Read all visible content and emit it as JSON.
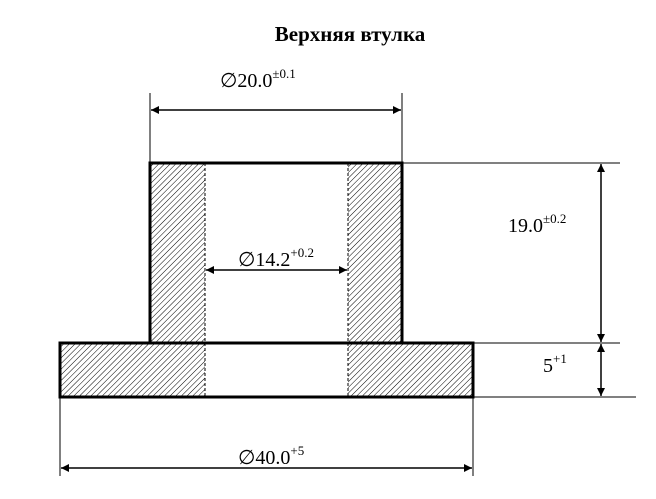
{
  "title": "Верхняя втулка",
  "dimensions": {
    "outer_top_diameter": {
      "prefix": "∅",
      "value": "20.0",
      "tolerance": "±0.1"
    },
    "inner_diameter": {
      "prefix": "∅",
      "value": "14.2",
      "tolerance": "+0.2"
    },
    "top_height": {
      "value": "19.0",
      "tolerance": "±0.2"
    },
    "flange_thickness": {
      "value": "5",
      "tolerance": "+1"
    },
    "flange_diameter": {
      "prefix": "∅",
      "value": "40.0",
      "tolerance": "+5"
    }
  }
}
